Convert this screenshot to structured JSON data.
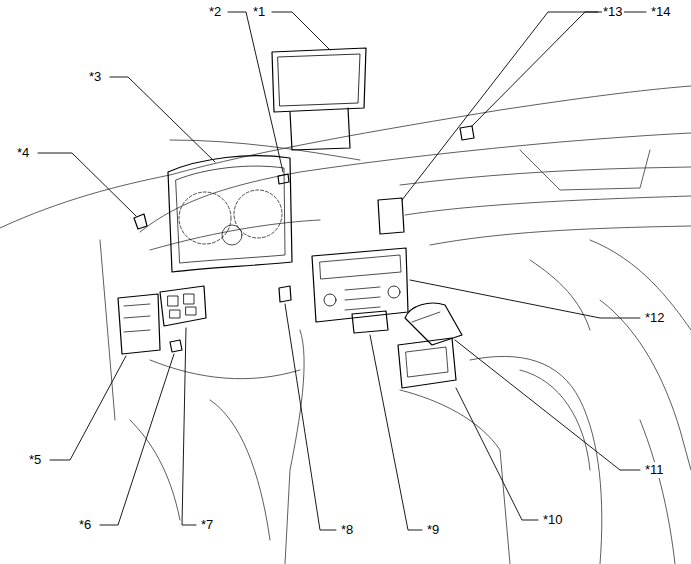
{
  "diagram": {
    "labels": [
      "*1",
      "*2",
      "*3",
      "*4",
      "*5",
      "*6",
      "*7",
      "*8",
      "*9",
      "*10",
      "*11",
      "*12",
      "*13",
      "*14"
    ]
  }
}
